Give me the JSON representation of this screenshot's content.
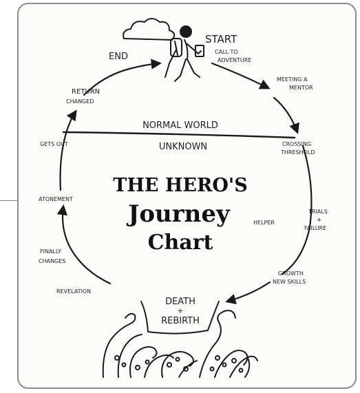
{
  "title": {
    "line1": "THE HERO'S",
    "line2": "Journey",
    "line3": "Chart"
  },
  "labels": {
    "start": "START",
    "call_line1": "CALL TO",
    "call_line2": "ADVENTURE",
    "mentor_line1": "MEETING A",
    "mentor_line2": "MENTOR",
    "threshold_line1": "CROSSING",
    "threshold_line2": "THRESHOLD",
    "trials_line1": "TRIALS",
    "trials_line2": "+",
    "trials_line3": "FAILURE",
    "helper": "HELPER",
    "growth_line1": "GROWTH",
    "growth_line2": "NEW SKILLS",
    "death_line1": "DEATH",
    "death_line2": "+",
    "death_line3": "REBIRTH",
    "revelation": "REVELATION",
    "finally_line1": "FINALLY",
    "finally_line2": "CHANGES",
    "atonement": "ATONEMENT",
    "gets_out": "GETS OUT",
    "return_line1": "RETURN",
    "return_line2": "CHANGED",
    "end": "END",
    "normal_world": "NORMAL WORLD",
    "unknown": "UNKNOWN"
  },
  "icons": {
    "hero": "hiker-figure-icon",
    "cloud": "cloud-icon",
    "tentacles": "tentacles-icon"
  }
}
